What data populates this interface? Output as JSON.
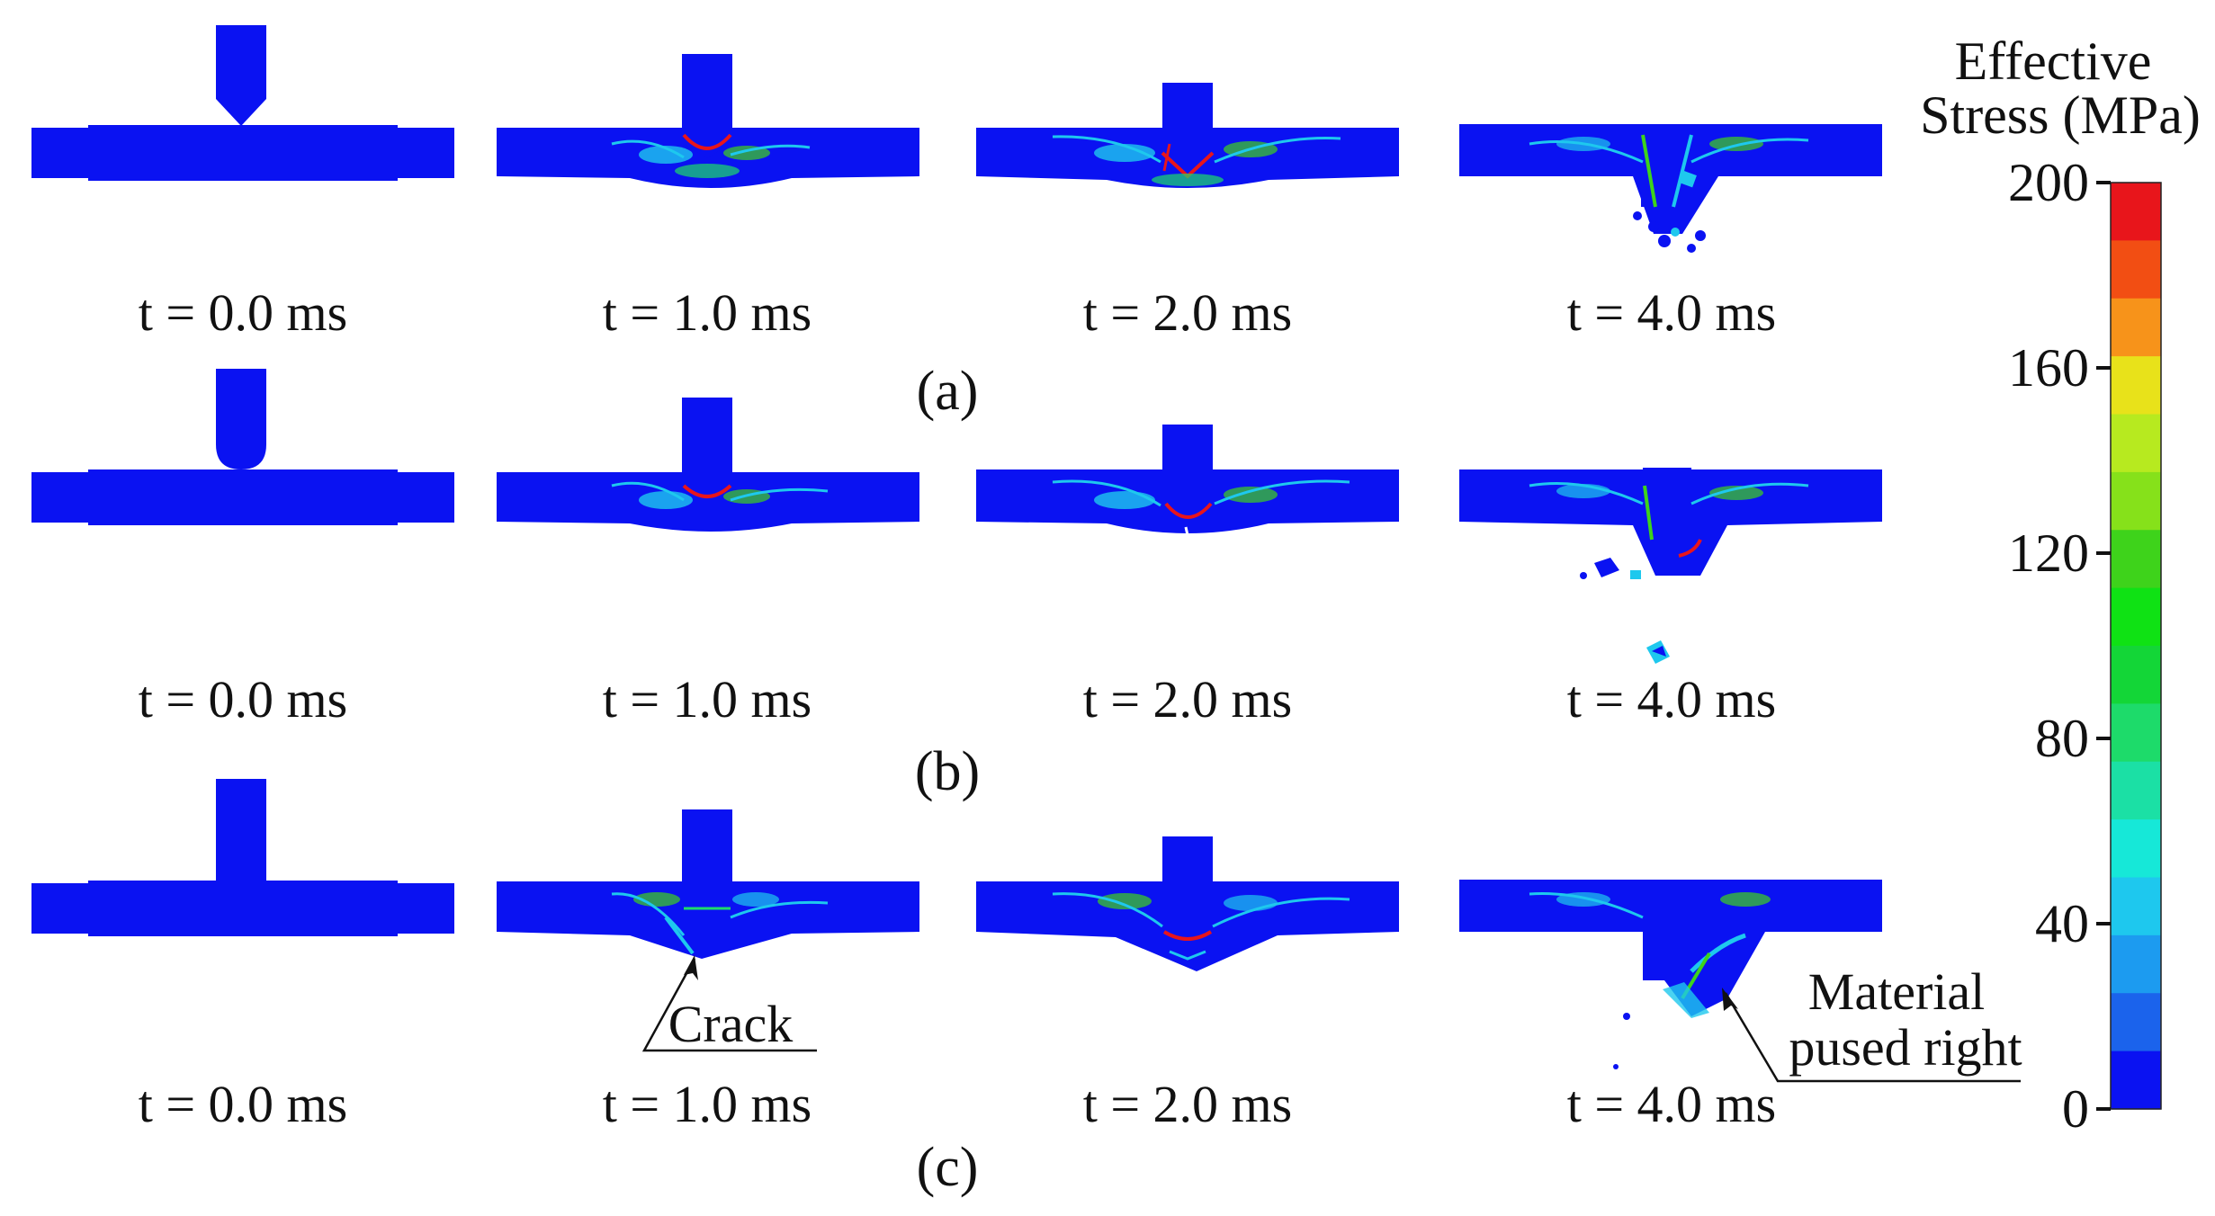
{
  "rows": [
    {
      "label": "(a)",
      "times": [
        "t = 0.0 ms",
        "t = 1.0 ms",
        "t = 2.0 ms",
        "t = 4.0 ms"
      ]
    },
    {
      "label": "(b)",
      "times": [
        "t = 0.0 ms",
        "t = 1.0 ms",
        "t = 2.0 ms",
        "t = 4.0 ms"
      ]
    },
    {
      "label": "(c)",
      "times": [
        "t = 0.0 ms",
        "t = 1.0 ms",
        "t = 2.0 ms",
        "t = 4.0 ms"
      ]
    }
  ],
  "colorbar": {
    "title_line1": "Effective",
    "title_line2": "Stress (MPa)",
    "ticks": [
      "200",
      "160",
      "120",
      "80",
      "40",
      "0"
    ],
    "colors": [
      "#e8151b",
      "#f24e13",
      "#f7931a",
      "#e8e21a",
      "#b7ea1f",
      "#86e11a",
      "#3ed31b",
      "#0fe214",
      "#13d637",
      "#1ddb6a",
      "#1be0a5",
      "#16e8d8",
      "#1ec8ee",
      "#1c9bf0",
      "#1b63ec",
      "#0a12f2"
    ]
  },
  "annotations": {
    "crack": "Crack",
    "material_line1": "Material",
    "material_line2": "pused right"
  },
  "colors": {
    "specimen": "#0a12f2",
    "stress_hot": "#e8151b",
    "stress_mid": "#3ed31b",
    "stress_low": "#1ec8ee"
  }
}
